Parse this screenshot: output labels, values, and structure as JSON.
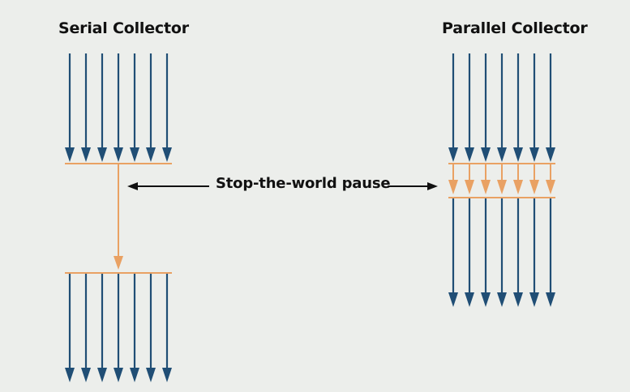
{
  "serial": {
    "title": "Serial Collector"
  },
  "parallel": {
    "title": "Parallel Collector"
  },
  "pause": {
    "label": "Stop-the-world pause"
  },
  "colors": {
    "background": "#eceeeb",
    "thread_blue": "#204e75",
    "gc_orange": "#e9a163",
    "text": "#111111"
  }
}
